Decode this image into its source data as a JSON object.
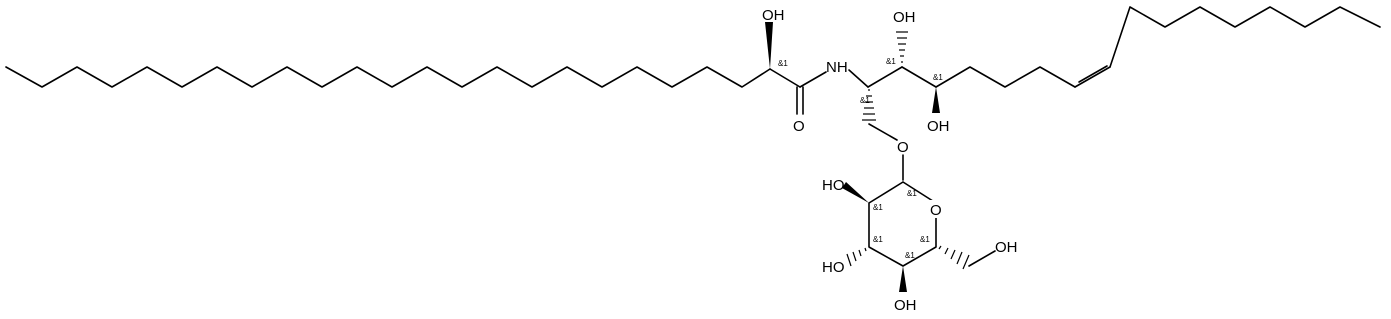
{
  "molecule": {
    "atom_labels": {
      "hydroxyl_alpha": "OH",
      "amide_nitrogen": "NH",
      "carbonyl_oxygen": "O",
      "hydroxyl_c3": "OH",
      "hydroxyl_c4": "OH",
      "glycosidic_oxygen": "O",
      "ring_oxygen": "O",
      "sugar_oh_2": "HO",
      "sugar_oh_3": "HO",
      "sugar_oh_4": "OH",
      "sugar_oh_6": "OH"
    },
    "stereo_marks": {
      "alpha_carbon": "&1",
      "c2": "&1",
      "c3": "&1",
      "c4": "&1",
      "anomeric": "&1",
      "sugar_c2": "&1",
      "sugar_c3": "&1",
      "sugar_c4": "&1",
      "sugar_c5": "&1"
    }
  }
}
